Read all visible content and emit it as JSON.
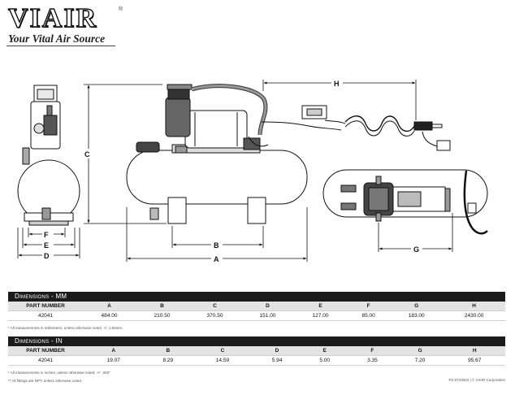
{
  "brand": {
    "logo_text": "VIAIR",
    "registered_mark": "®",
    "tagline": "Your Vital Air Source"
  },
  "dimension_labels": {
    "a": "A",
    "b": "B",
    "c": "C",
    "d": "D",
    "e": "E",
    "f": "F",
    "g": "G",
    "h": "H"
  },
  "tables": {
    "mm": {
      "title": "Dimensions - MM",
      "headers": [
        "PART NUMBER",
        "A",
        "B",
        "C",
        "D",
        "E",
        "F",
        "G",
        "H"
      ],
      "row": [
        "42041",
        "484.00",
        "210.50",
        "370.50",
        "151.00",
        "127.00",
        "85.00",
        "183.00",
        "2430.00"
      ],
      "note": "* All measurements in millimeters, unless otherwise noted. +/- 1.50mm."
    },
    "in": {
      "title": "Dimensions - IN",
      "headers": [
        "PART NUMBER",
        "A",
        "B",
        "C",
        "D",
        "E",
        "F",
        "G",
        "H"
      ],
      "row": [
        "42041",
        "19.07",
        "8.29",
        "14.59",
        "5.94",
        "5.00",
        "3.35",
        "7.20",
        "95.67"
      ],
      "note": "* All measurements in inches, unless otherwise noted. +/- .060\"",
      "note2": "** All fittings are NPT, unless otherwise noted."
    }
  },
  "footer": {
    "right": "PZ-0710022  |  © VIAIR Corporation"
  }
}
